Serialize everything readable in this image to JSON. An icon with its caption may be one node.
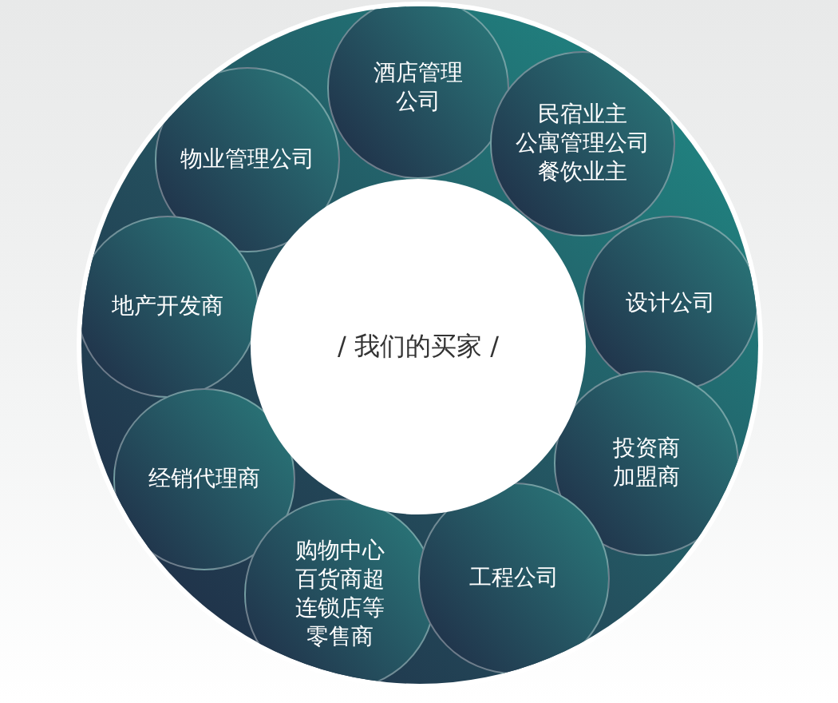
{
  "diagram": {
    "nodes": [
      {
        "text": [],
        "shape": "circle"
      },
      {
        "text": [
          "/ 我们的买家 /"
        ],
        "in": 0
      },
      {
        "text": [
          "物业管理公司"
        ],
        "in": 0
      },
      {
        "text": [
          "酒店管理公司"
        ],
        "in": 0
      },
      {
        "text": [
          "民宿业主",
          "公寓管理公司",
          "餐饮业主"
        ],
        "in": 0
      },
      {
        "text": [
          "地产开发商"
        ],
        "in": 0
      },
      {
        "text": [
          "设计公司"
        ],
        "in": 0
      },
      {
        "text": [
          "投资商",
          "加盟商"
        ],
        "in": 0
      },
      {
        "text": [
          "经销代理商"
        ],
        "in": 0
      },
      {
        "text": [
          "购物中心",
          "百货商超",
          "连锁店等",
          "零售商"
        ],
        "in": 0
      },
      {
        "text": [
          "工程公司"
        ],
        "in": 0
      }
    ]
  }
}
